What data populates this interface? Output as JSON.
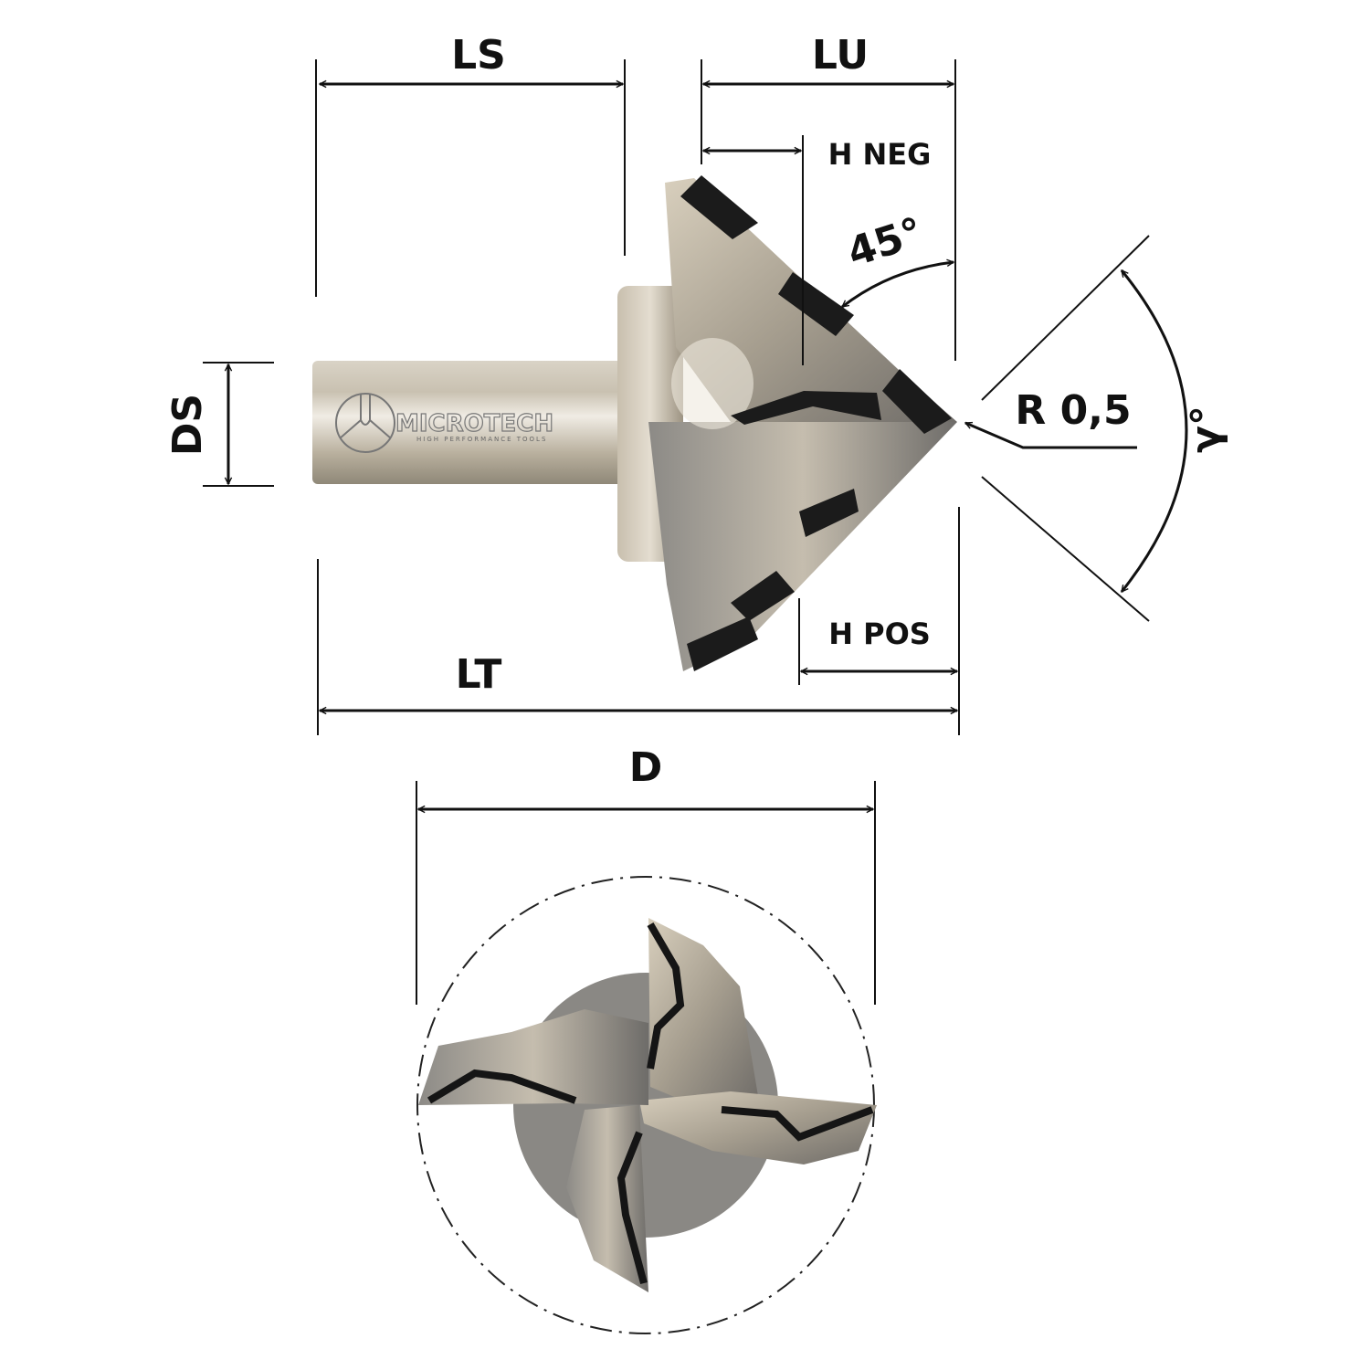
{
  "labels": {
    "ls": "LS",
    "lu": "LU",
    "h_neg": "H NEG",
    "angle_45": "45°",
    "radius": "R 0,5",
    "gamma": "γ°",
    "ds": "DS",
    "h_pos": "H POS",
    "lt": "LT",
    "d": "D"
  },
  "logo": {
    "brand": "MICROTECH",
    "tagline": "HIGH PERFORMANCE TOOLS"
  }
}
